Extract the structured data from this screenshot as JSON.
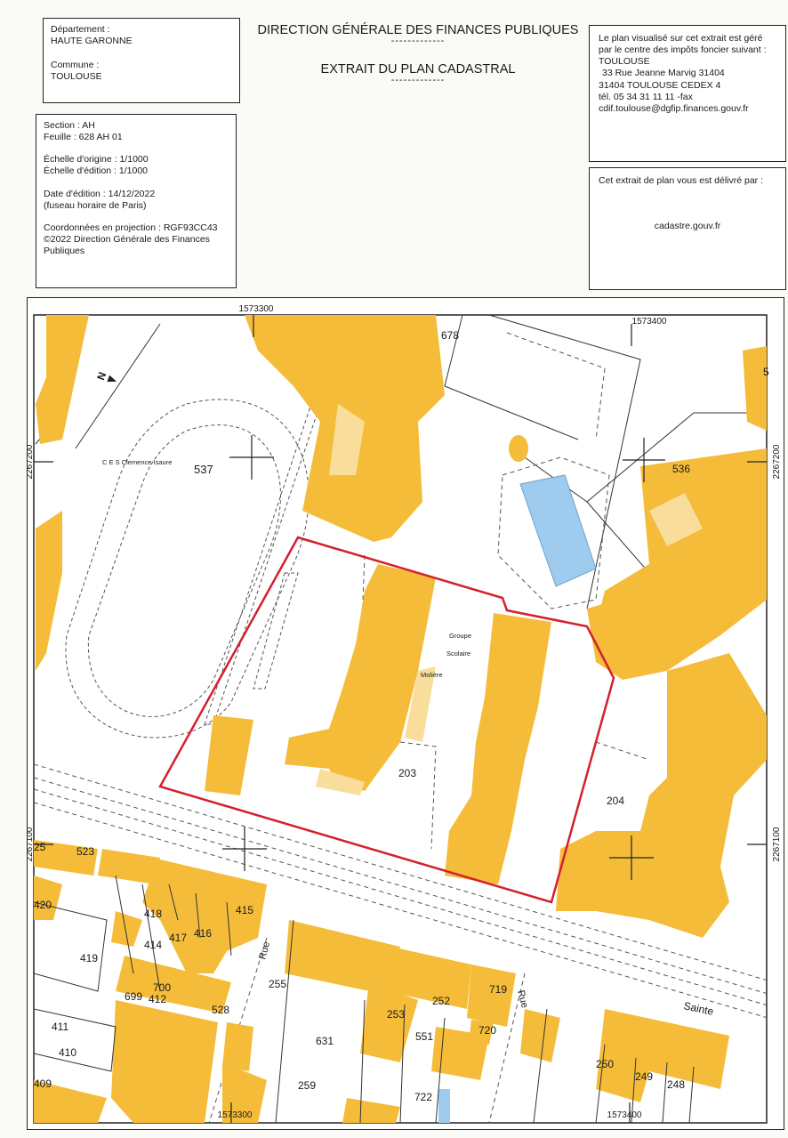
{
  "header": {
    "departement_label": "Département :",
    "departement_value": "HAUTE GARONNE",
    "commune_label": "Commune :",
    "commune_value": "TOULOUSE",
    "title": "DIRECTION GÉNÉRALE DES FINANCES PUBLIQUES",
    "separator": "-------------",
    "subtitle": "EXTRAIT DU PLAN CADASTRAL"
  },
  "section_info": {
    "section": "Section : AH",
    "feuille": "Feuille : 628 AH 01",
    "echelle_origine": "Échelle d'origine : 1/1000",
    "echelle_edition": "Échelle d'édition : 1/1000",
    "date_edition": "Date d'édition : 14/12/2022",
    "fuseau": "(fuseau horaire de Paris)",
    "coordonnees": "Coordonnées en projection : RGF93CC43",
    "copyright_1": "©2022 Direction Générale des Finances",
    "copyright_2": "Publiques"
  },
  "office": {
    "line1": "Le plan visualisé sur cet extrait est géré",
    "line2": "par le centre des impôts foncier suivant :",
    "line3": "TOULOUSE",
    "line4": "33 Rue Jeanne Marvig 31404",
    "line5": "31404 TOULOUSE CEDEX 4",
    "line6": "tél. 05 34 31 11 11 -fax",
    "line7": "cdif.toulouse@dgfip.finances.gouv.fr"
  },
  "delivery": {
    "line1": "Cet extrait de plan vous est délivré par :",
    "site": "cadastre.gouv.fr"
  },
  "map": {
    "colors": {
      "building": "#f5bc3a",
      "building_light": "#f9dd9a",
      "highlight": "#d3202e",
      "pool": "#9fcbee",
      "line": "#333333"
    },
    "coords": {
      "top_left_x": "1573300",
      "top_right_x": "1573400",
      "bottom_left_x": "1573300",
      "bottom_right_x": "1573400",
      "left_y_top": "2267200",
      "left_y_bottom": "2267100",
      "right_y_top": "2267200",
      "right_y_bottom": "2267100"
    },
    "place_labels": {
      "ces": "C E S Clemence Isaure",
      "groupe": "Groupe",
      "scolaire": "Scolaire",
      "moliere": "Molière",
      "rue1": "Rue",
      "rue2": "Rue",
      "sainte": "Sainte"
    },
    "parcels": {
      "p537": "537",
      "p678": "678",
      "p536": "536",
      "p203": "203",
      "p204": "204",
      "p5": "5",
      "p523": "523",
      "p420": "420",
      "p418": "418",
      "p417": "417",
      "p416": "416",
      "p415": "415",
      "p414": "414",
      "p419": "419",
      "p700": "700",
      "p699": "699",
      "p412": "412",
      "p528": "528",
      "p411": "411",
      "p410": "410",
      "p409": "409",
      "p255": "255",
      "p253": "253",
      "p252": "252",
      "p719": "719",
      "p720": "720",
      "p551": "551",
      "p631": "631",
      "p259": "259",
      "p722": "722",
      "p250": "250",
      "p249": "249",
      "p248": "248",
      "p25": "25"
    }
  }
}
